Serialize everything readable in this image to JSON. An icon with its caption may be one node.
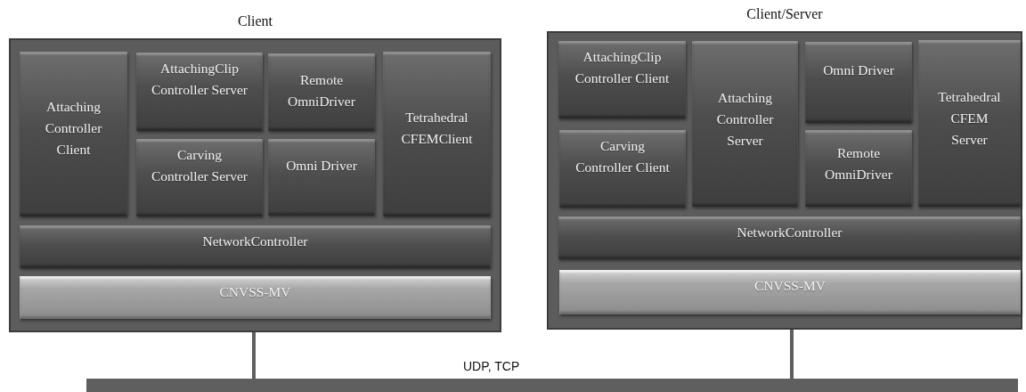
{
  "diagram": {
    "nodes": [
      {
        "text": [
          "Client"
        ]
      },
      {
        "text": [
          "Attaching Controller Client"
        ],
        "in": 0
      },
      {
        "text": [
          "AttachingClip Controller Server"
        ],
        "in": 0
      },
      {
        "text": [
          "Remote OmniDriver"
        ],
        "in": 0
      },
      {
        "text": [
          "Carving Controller Server"
        ],
        "in": 0
      },
      {
        "text": [
          "Omni Driver"
        ],
        "in": 0
      },
      {
        "text": [
          "Tetrahedral CFEMClient"
        ],
        "in": 0
      },
      {
        "text": [
          "NetworkController"
        ],
        "in": 0
      },
      {
        "text": [
          "CNVSS-MV"
        ],
        "in": 0
      },
      {
        "text": [
          "Client/Server"
        ]
      },
      {
        "text": [
          "AttachingClip Controller Client"
        ],
        "in": 9
      },
      {
        "text": [
          "Carving Controller Client"
        ],
        "in": 9
      },
      {
        "text": [
          "Attaching Controller Server"
        ],
        "in": 9
      },
      {
        "text": [
          "Omni Driver"
        ],
        "in": 9
      },
      {
        "text": [
          "Remote OmniDriver"
        ],
        "in": 9
      },
      {
        "text": [
          "Tetrahedral CFEM Server"
        ],
        "in": 9
      },
      {
        "text": [
          "NetworkController"
        ],
        "in": 9
      },
      {
        "text": [
          "CNVSS-MV"
        ],
        "in": 9
      },
      {
        "text": [],
        "shape": "bar",
        "beside": [
          "UDP, TCP"
        ]
      }
    ],
    "edges": [
      {
        "from": 0,
        "to": 18,
        "arrow": "none"
      },
      {
        "from": 9,
        "to": 18,
        "arrow": "none"
      }
    ]
  }
}
